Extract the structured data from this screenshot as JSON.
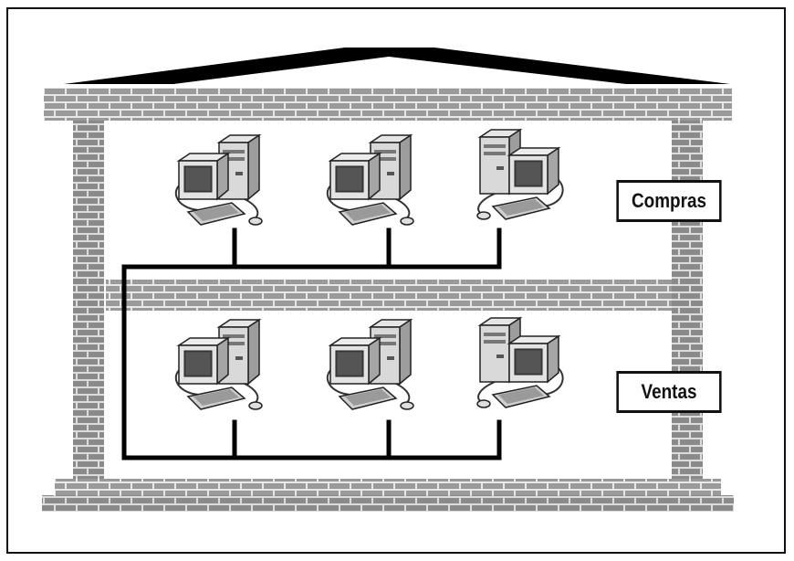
{
  "diagram": {
    "floors": [
      {
        "label": "Compras",
        "computers": 3
      },
      {
        "label": "Ventas",
        "computers": 3
      }
    ]
  },
  "colors": {
    "frame": "#111111",
    "brick": "#9a9a9a",
    "mortar": "#e8e8e8",
    "network_line": "#000000",
    "roof": "#000000"
  }
}
